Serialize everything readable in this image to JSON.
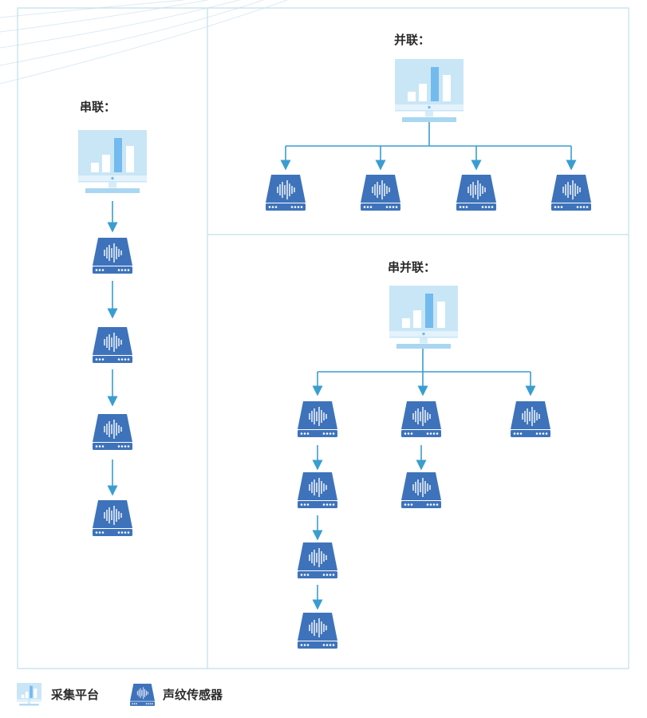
{
  "sections": {
    "series": {
      "title": "串联："
    },
    "parallel": {
      "title": "并联："
    },
    "series_parallel": {
      "title": "串并联："
    }
  },
  "legend": {
    "platform": {
      "label": "采集平台",
      "icon": "monitor-chart-icon"
    },
    "sensor": {
      "label": "声纹传感器",
      "icon": "sensor-waveform-icon"
    }
  },
  "colors": {
    "frame": "#bfe0ea",
    "arrow": "#3a9dd1",
    "sensor": "#3e73bb",
    "monitor_screen": "#c9e6f7",
    "monitor_stand": "#a9d6f1",
    "bar_highlight": "#73baee"
  }
}
